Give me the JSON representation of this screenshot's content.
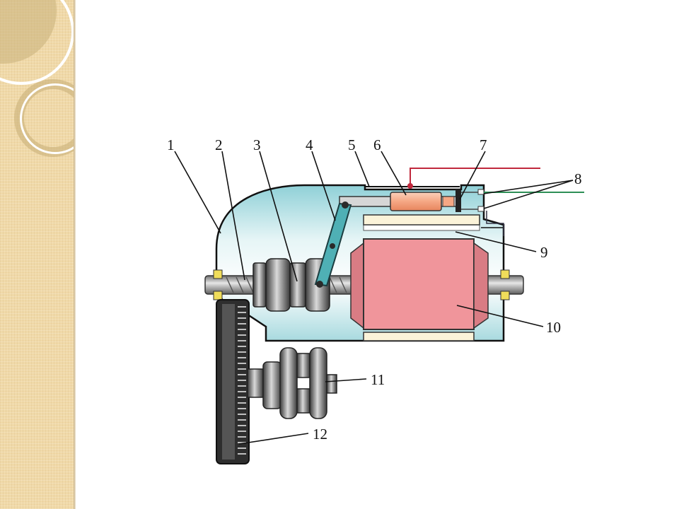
{
  "diagram": {
    "callouts": [
      {
        "id": "1",
        "label": "1"
      },
      {
        "id": "2",
        "label": "2"
      },
      {
        "id": "3",
        "label": "3"
      },
      {
        "id": "4",
        "label": "4"
      },
      {
        "id": "5",
        "label": "5"
      },
      {
        "id": "6",
        "label": "6"
      },
      {
        "id": "7",
        "label": "7"
      },
      {
        "id": "8",
        "label": "8"
      },
      {
        "id": "9",
        "label": "9"
      },
      {
        "id": "10",
        "label": "10"
      },
      {
        "id": "11",
        "label": "11"
      },
      {
        "id": "12",
        "label": "12"
      }
    ]
  },
  "colors": {
    "panel": "#f0d9a8",
    "housing": "#a9dde2",
    "motor": "#f0959b",
    "lever": "#4fb0b5",
    "solenoid": "#f5a784",
    "shaft": "#9a9a9a",
    "flywheel": "#333333",
    "wire_red": "#c0283c",
    "wire_green": "#2e8f56"
  }
}
